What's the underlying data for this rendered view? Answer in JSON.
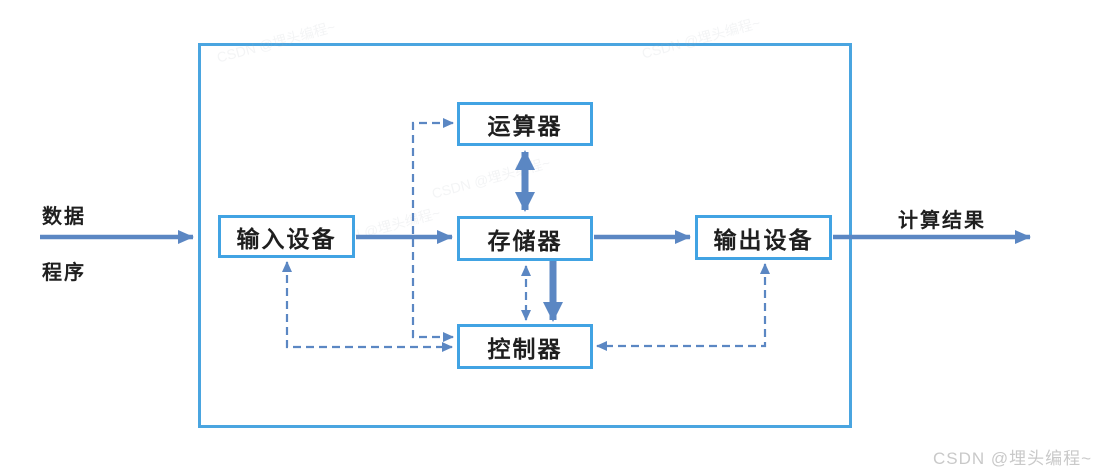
{
  "diagram": {
    "boxes": {
      "input_device": "输入设备",
      "alu": "运算器",
      "memory": "存储器",
      "controller": "控制器",
      "output_device": "输出设备"
    },
    "labels": {
      "data": "数据",
      "program": "程序",
      "result": "计算结果"
    },
    "watermark": {
      "text": "CSDN @埋头编程~"
    },
    "colors": {
      "box_border": "#41a3e3",
      "boundary_border": "#4aa5e0",
      "arrow_solid": "#5b87c3",
      "arrow_dashed": "#5b87c3",
      "text": "#1f1f1f",
      "watermark": "#c9c9c9",
      "background": "#ffffff"
    }
  }
}
